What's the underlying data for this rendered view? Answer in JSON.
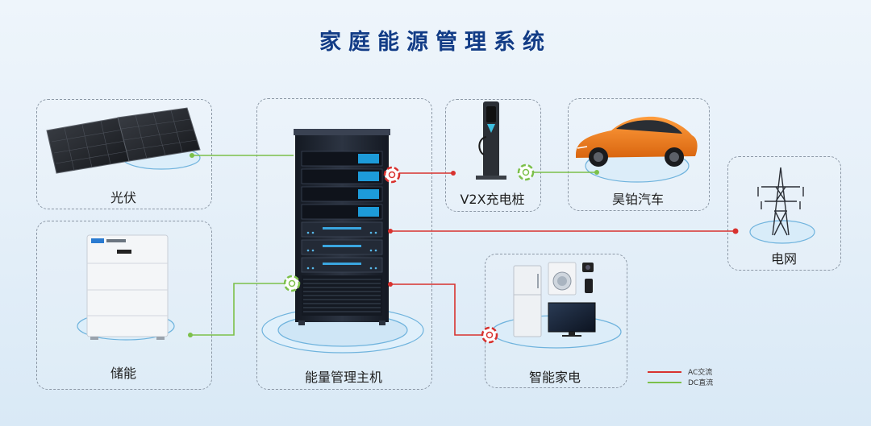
{
  "title": "家庭能源管理系统",
  "nodes": {
    "pv": "光伏",
    "storage": "储能",
    "host": "能量管理主机",
    "v2x": "V2X充电桩",
    "car": "昊铂汽车",
    "grid": "电网",
    "appliances": "智能家电"
  },
  "legend": {
    "ac": "AC交流",
    "dc": "DC直流"
  },
  "colors": {
    "title": "#123c86",
    "ac_line": "#d8322f",
    "dc_line": "#7cc04a",
    "car": "#f07d1e",
    "rack": "#1e2430",
    "display": "#1d9bd9"
  }
}
